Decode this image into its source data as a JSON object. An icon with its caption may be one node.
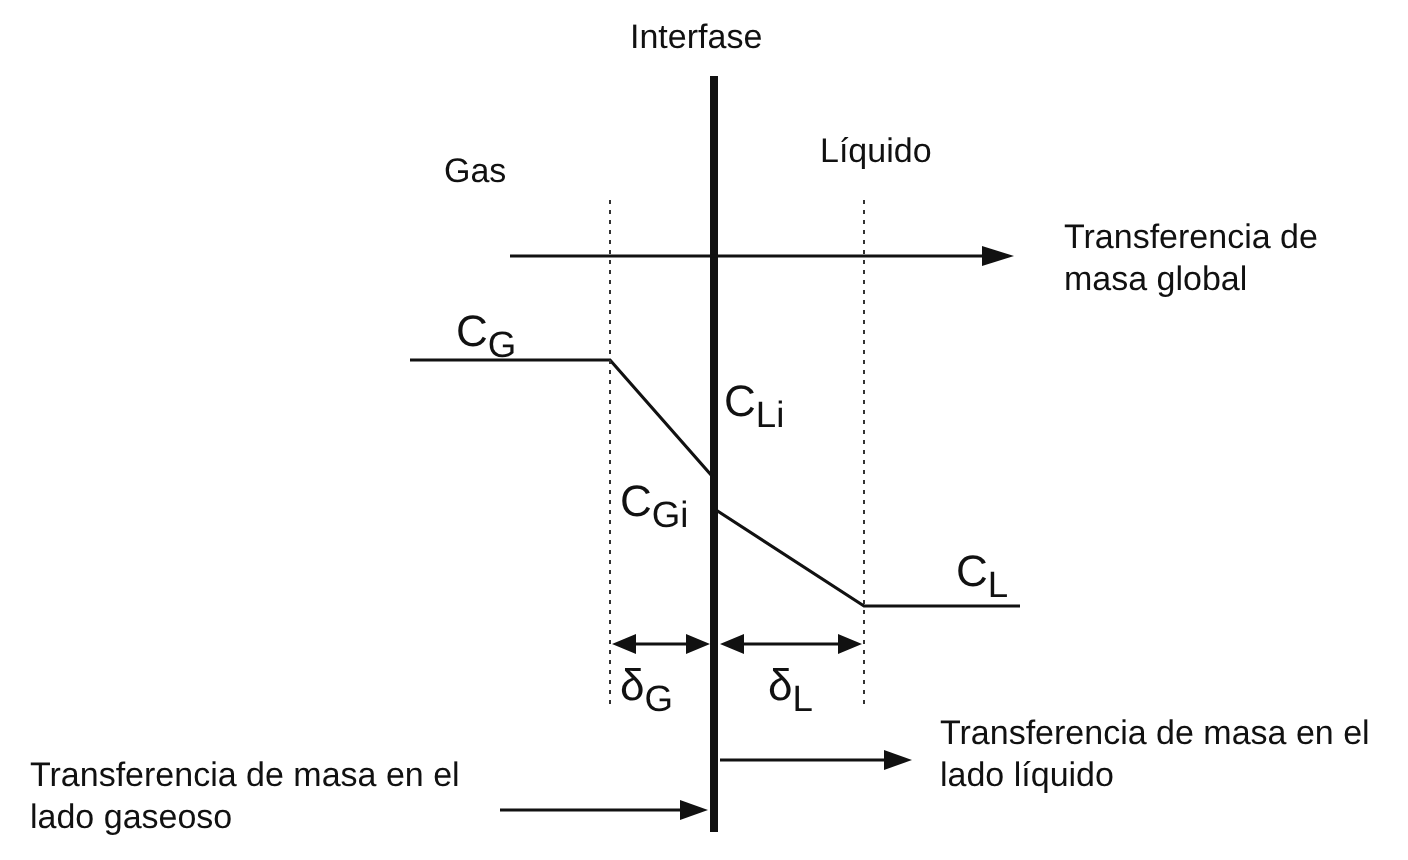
{
  "diagram": {
    "labels": [
      "Interfase",
      "Gas",
      "Líquido",
      "Transferencia de masa global",
      "C$_{G}$",
      "C$_{Li}$",
      "C$_{Gi}$",
      "C$_{L}$",
      "δ$_{G}$",
      "δ$_{L}$",
      "Transferencia de masa en el lado gaseoso",
      "Transferencia de masa en el lado líquido"
    ]
  }
}
